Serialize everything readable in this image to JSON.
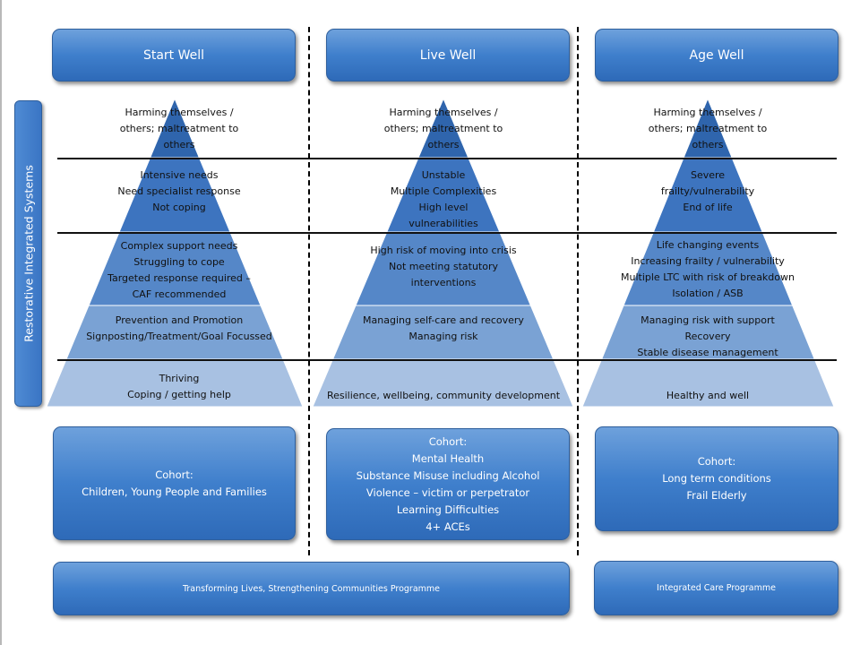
{
  "sidebar_label": "Restorative Integrated Systems",
  "columns": [
    {
      "header": "Start Well",
      "levels": [
        [
          "Harming themselves /",
          "others; maltreatment to",
          "others"
        ],
        [
          "Intensive needs",
          "Need specialist response",
          "Not coping"
        ],
        [
          "Complex support needs",
          "Struggling to cope",
          "Targeted response required –",
          "CAF recommended"
        ],
        [
          "Prevention  and Promotion",
          "Signposting/Treatment/Goal  Focussed"
        ],
        [
          "Thriving",
          "Coping  / getting help"
        ]
      ],
      "cohort": [
        "Cohort:",
        "Children,  Young People and Families"
      ]
    },
    {
      "header": "Live Well",
      "levels": [
        [
          "Harming themselves /",
          "others; maltreatment to",
          "others"
        ],
        [
          "Unstable",
          "Multiple Complexities",
          "High level",
          "vulnerabilities"
        ],
        [
          "High risk of moving into crisis",
          "Not meeting statutory",
          "interventions"
        ],
        [
          "Managing self-care and recovery",
          "Managing risk"
        ],
        [
          "Resilience, wellbeing, community development"
        ]
      ],
      "cohort": [
        "Cohort:",
        "Mental Health",
        "Substance Misuse including Alcohol",
        "Violence – victim or perpetrator",
        "Learning Difficulties",
        "4+ ACEs"
      ]
    },
    {
      "header": "Age Well",
      "levels": [
        [
          "Harming themselves /",
          "others; maltreatment to",
          "others"
        ],
        [
          "Severe",
          "frailty/vulnerability",
          "End of life"
        ],
        [
          "Life changing events",
          "Increasing frailty / vulnerability",
          "Multiple LTC with risk of breakdown",
          "Isolation / ASB"
        ],
        [
          "Managing risk with support",
          "Recovery",
          "Stable disease management"
        ],
        [
          "Healthy and well"
        ]
      ],
      "cohort": [
        "Cohort:",
        "Long term conditions",
        "Frail Elderly"
      ]
    }
  ],
  "programmes": {
    "transforming": "Transforming Lives, Strengthening Communities Programme",
    "integrated": "Integrated Care Programme"
  },
  "colors": {
    "box_top": "#6ea1dc",
    "box_bottom": "#2e6ab8",
    "pyramid_tiers": [
      "#2f65ad",
      "#3d74bf",
      "#5587c8",
      "#7aa2d4",
      "#a8c1e2"
    ]
  }
}
